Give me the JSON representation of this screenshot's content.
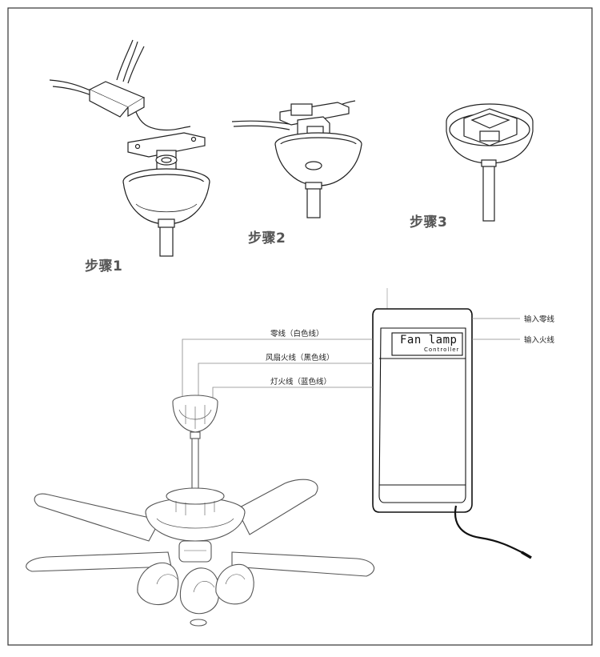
{
  "steps": [
    {
      "label": "步骤1"
    },
    {
      "label": "步骤2"
    },
    {
      "label": "步骤3"
    }
  ],
  "controller": {
    "title": "Fan lamp",
    "subtitle": "Controller"
  },
  "wires": {
    "neutral": "零线（白色线）",
    "fan_live": "风扇火线（黑色线）",
    "lamp_live": "灯火线（蓝色线）"
  },
  "inputs": {
    "neutral": "输入零线",
    "live": "输入火线"
  }
}
